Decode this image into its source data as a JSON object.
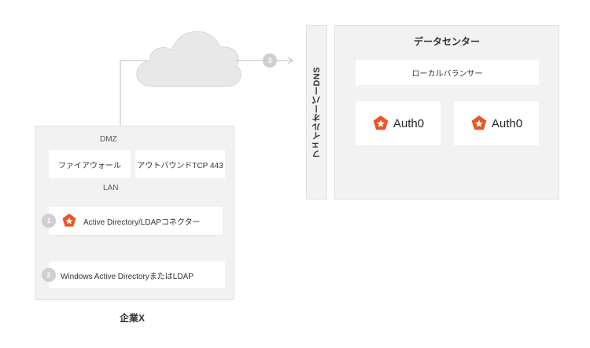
{
  "corporate": {
    "dmz_label": "DMZ",
    "firewall": "ファイアウォール",
    "outbound": "アウトバウンドTCP 443",
    "lan_label": "LAN",
    "step1_num": "1",
    "connector": "Active Directory/LDAPコネクター",
    "step2_num": "2",
    "windows_ad": "Windows Active DirectoryまたはLDAP",
    "caption": "企業X"
  },
  "cloud": {
    "step3_num": "3"
  },
  "failover": {
    "label": "フェイルオーバーDNS"
  },
  "datacenter": {
    "title": "データセンター",
    "load_balancer": "ローカルバランサー",
    "auth0_left": "Auth0",
    "auth0_right": "Auth0"
  },
  "colors": {
    "panel": "#f2f2f2",
    "connector_lines": "#c8c8c8",
    "database": "#bdbdbd",
    "auth0_logo": "#eb5424",
    "step_badge": "#cfcfcf"
  },
  "icons": [
    "cloud-icon",
    "auth0-logo-icon",
    "database-icon",
    "arrow-icon"
  ]
}
